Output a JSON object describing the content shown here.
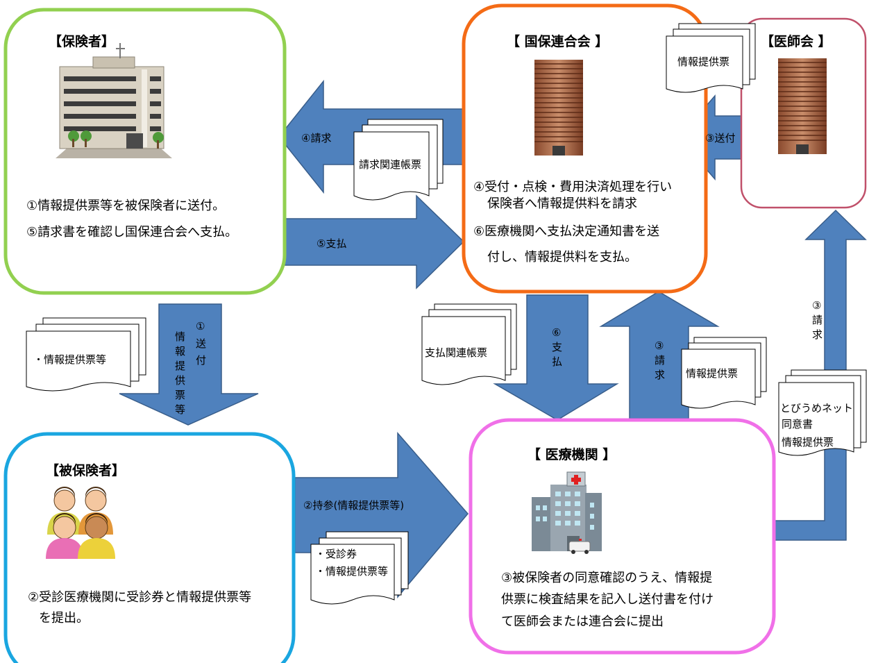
{
  "colors": {
    "arrow_fill": "#4f81bd",
    "arrow_stroke": "#385d8a",
    "insurer_border": "#92d050",
    "federation_border": "#f46b16",
    "medical_assoc_border": "#c0506a",
    "insured_border": "#1aa6e0",
    "hospital_border": "#f070e8"
  },
  "insurer": {
    "title": "【保険者】",
    "icon": "city-office-building-icon",
    "line1": "①情報提供票等を被保険者に送付。",
    "line2": "⑤請求書を確認し国保連合会へ支払。"
  },
  "federation": {
    "title": "【  国保連合会  】",
    "icon": "tall-building-icon",
    "line1": "④受付・点検・費用決済処理を行い",
    "line2": "保険者へ情報提供料を請求",
    "line3": "⑥医療機関へ支払決定通知書を送",
    "line4": "付し、情報提供料を支払。"
  },
  "medical_association": {
    "title": "【医師会  】",
    "icon": "tall-building-icon"
  },
  "insured": {
    "title": "【被保険者】",
    "icon": "people-group-icon",
    "line1": "②受診医療機関に受診券と情報提供票等",
    "line2": "を提出。"
  },
  "hospital": {
    "title": "【  医療機関  】",
    "icon": "hospital-icon",
    "line1": "③被保険者の同意確認のうえ、情報提",
    "line2": "供票に検査結果を記入し送付書を付け",
    "line3": "て医師会または連合会に提出"
  },
  "arrows": {
    "seikyu4": "④請求",
    "shiharai5": "⑤支払",
    "sofu3": "③送付",
    "sofu1_num": "①",
    "sofu1_a": "送",
    "sofu1_b": "付",
    "sofu1_vertical": [
      "情",
      "報",
      "提",
      "供",
      "票",
      "等"
    ],
    "jisan2": "②持参(情報提供票等)",
    "shiharai6": [
      "⑥",
      "支",
      "払"
    ],
    "seikyu3_mid": [
      "③",
      "請",
      "求"
    ],
    "seikyu3_right": [
      "③",
      "請",
      "求"
    ]
  },
  "docs": {
    "info_form_top": "情報提供票",
    "billing_docs": "請求関連帳票",
    "info_forms_etc": "・情報提供票等",
    "payment_docs": "支払関連帳票",
    "info_form_mid": "情報提供票",
    "tobiume_1": "とびうめネット",
    "tobiume_2": "同意書",
    "tobiume_3": "情報提供票",
    "visit_1": "・受診券",
    "visit_2": "・情報提供票等"
  }
}
